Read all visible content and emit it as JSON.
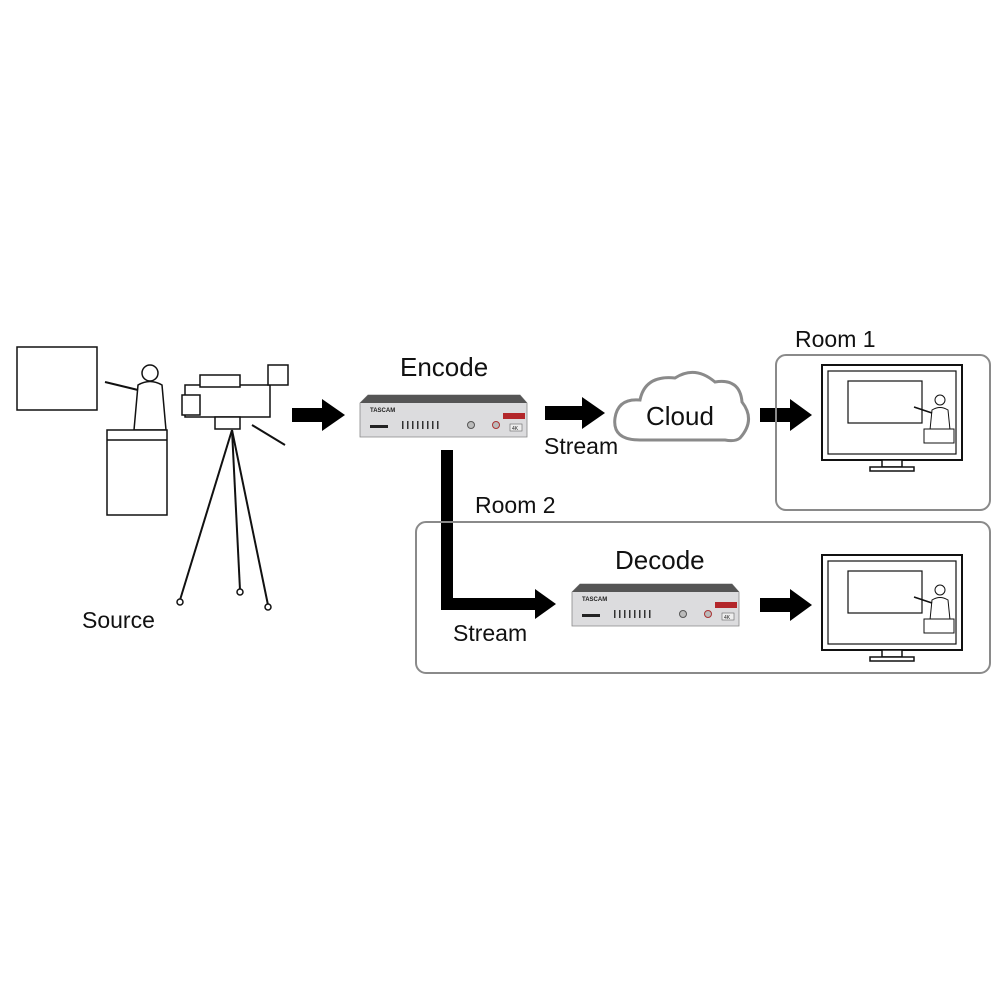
{
  "labels": {
    "source": "Source",
    "encode": "Encode",
    "decode": "Decode",
    "cloud": "Cloud",
    "stream_top": "Stream",
    "stream_bottom": "Stream",
    "room1": "Room 1",
    "room2": "Room 2"
  },
  "device": {
    "brand": "TASCAM",
    "badge": "4K"
  },
  "colors": {
    "arrow": "#000000",
    "room_border": "#8a8a8a",
    "device_body": "#d9d9db",
    "device_accent": "#b3272b"
  }
}
